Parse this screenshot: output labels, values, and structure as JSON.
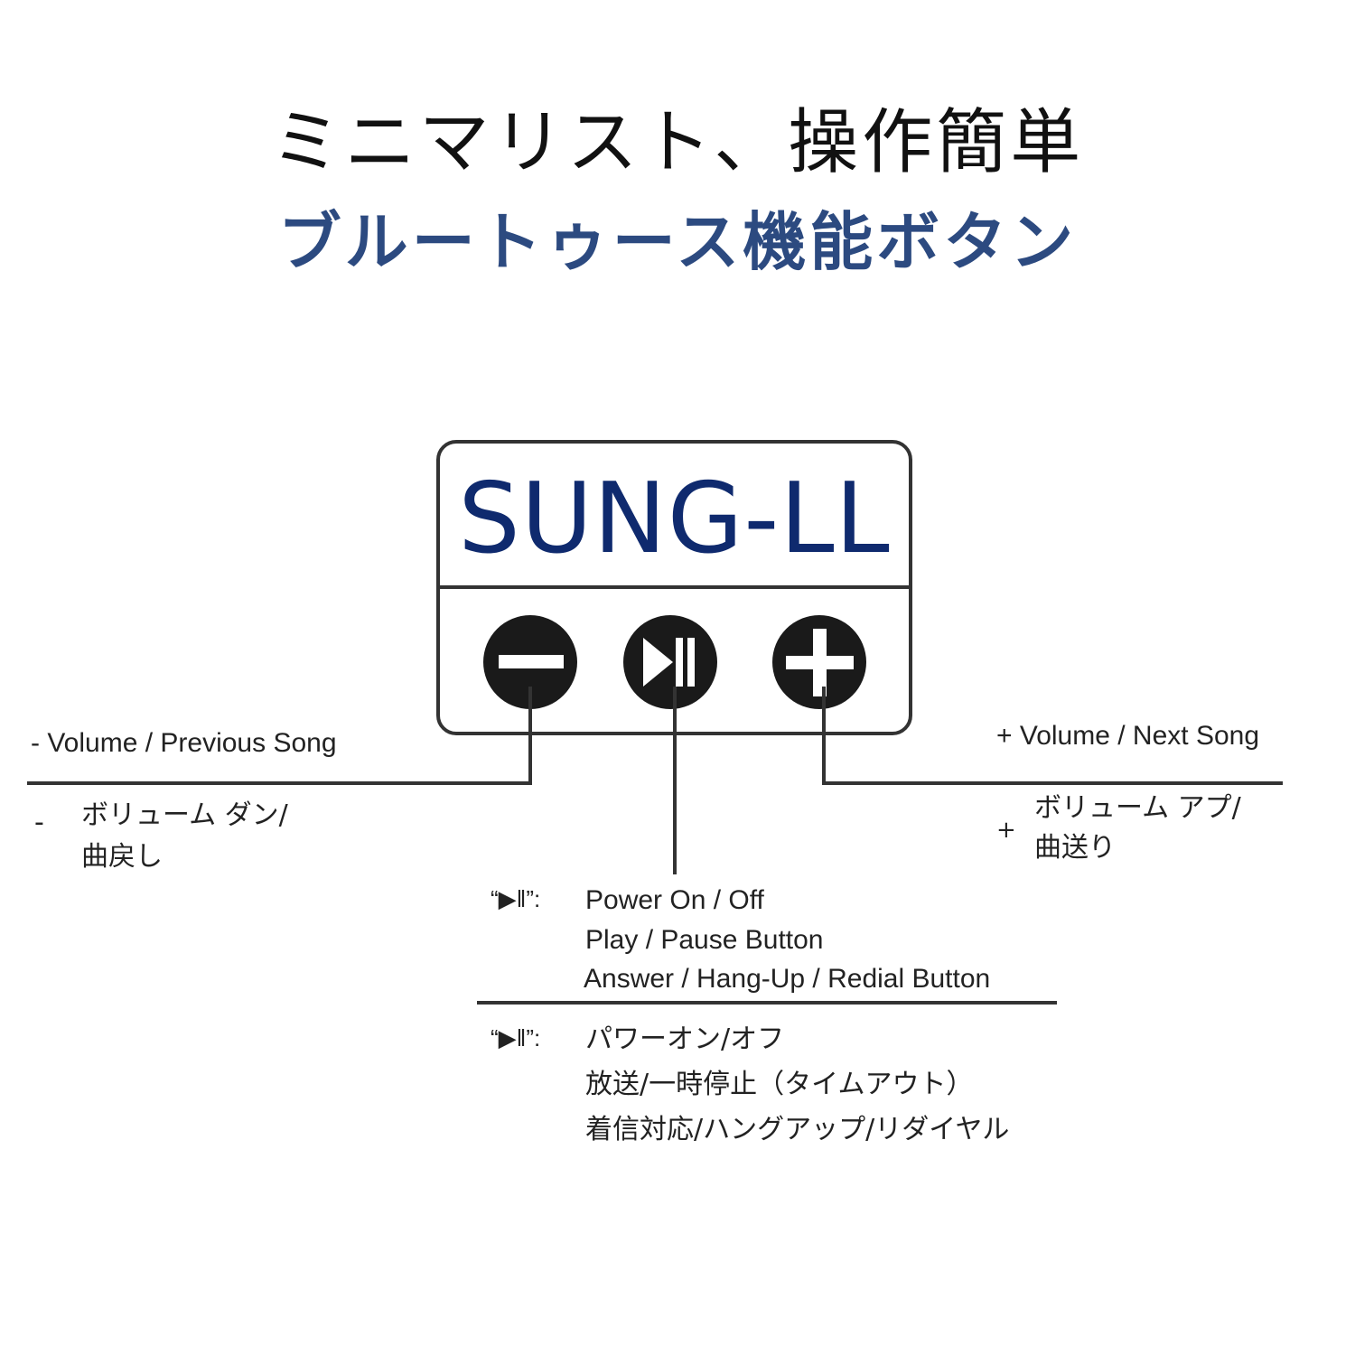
{
  "title": "ミニマリスト、操作簡単",
  "subtitle": "ブルートゥース機能ボタン",
  "device": {
    "brand": "SUNG-LL",
    "buttons": [
      {
        "icon": "minus-icon"
      },
      {
        "icon": "play-pause-icon"
      },
      {
        "icon": "plus-icon"
      }
    ]
  },
  "labels": {
    "minus_en": "- Volume / Previous Song",
    "minus_jp_sign": "-",
    "minus_jp_1": "ボリューム  ダン/",
    "minus_jp_2": "曲戻し",
    "plus_en": "+ Volume / Next Song",
    "plus_jp_sign": "+",
    "plus_jp_1": "ボリューム アプ/",
    "plus_jp_2": "曲送り",
    "play_symbol": "“▶‖”:",
    "play_en": [
      "Power On / Off",
      "Play / Pause Button",
      "Answer / Hang-Up / Redial Button"
    ],
    "play_jp": [
      "パワーオン/オフ",
      "放送/一時停止（タイムアウト）",
      "着信対応/ハングアップ/リダイヤル"
    ]
  },
  "colors": {
    "title": "#111111",
    "subtitle": "#2c4a80",
    "brand": "#0f2a6e"
  }
}
